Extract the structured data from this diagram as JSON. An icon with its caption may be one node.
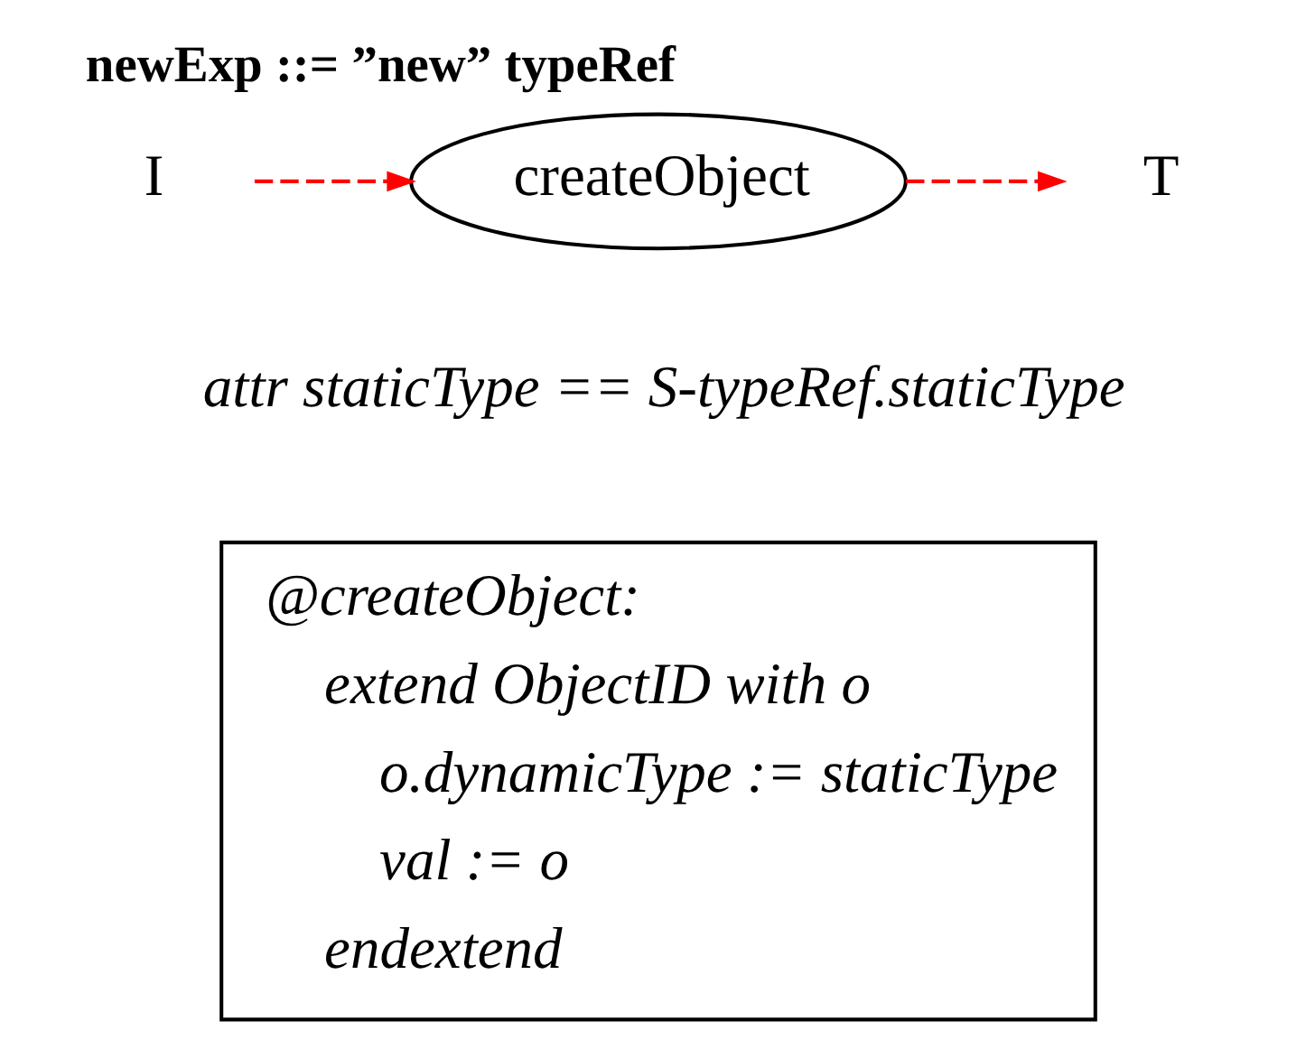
{
  "diagram": {
    "title": "newExp ::= ”new” typeRef",
    "nodes": [
      {
        "text": [
          "I"
        ]
      },
      {
        "text": [
          "createObject"
        ]
      },
      {
        "text": [
          "T"
        ]
      }
    ],
    "edges": [
      {
        "from": 0,
        "to": 1,
        "arrow": "to",
        "style": "dashed",
        "color": "#ff0000"
      },
      {
        "from": 1,
        "to": 2,
        "arrow": "to",
        "style": "dashed",
        "color": "#ff0000"
      }
    ],
    "labels": [
      "attr staticType == S-typeRef.staticType",
      "@createObject:",
      "extend ObjectID with o",
      "o.dynamicType := staticType",
      "val := o",
      "endextend"
    ]
  }
}
